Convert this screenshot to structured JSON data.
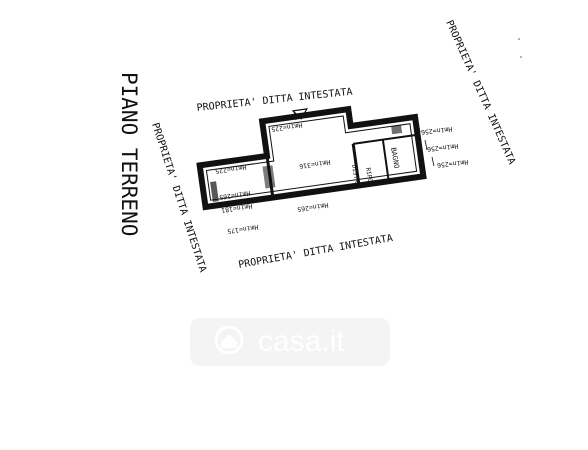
{
  "plan": {
    "floor_label": "PIANO TERRENO",
    "property_labels": {
      "top": "PROPRIETA' DITTA INTESTATA",
      "left": "PROPRIETA' DITTA INTESTATA",
      "bottom": "PROPRIETA' DITTA INTESTATA",
      "right": "PROPRIETA' DITTA INTESTATA"
    },
    "rooms": {
      "bathroom": "BAGNO",
      "closet": "RIPO",
      "storage": "DISTR"
    },
    "heights": {
      "top_room": "Hmin=225",
      "center": "Hmin=316",
      "center_low": "Hmin=265",
      "left_a": "Hmin=225",
      "left_b": "Hmin=265",
      "left_c": "Hmin=181",
      "left_d": "Hmin=175",
      "right_a": "Hmin=256",
      "right_b": "Hmin=256",
      "right_c": "Hmin=256"
    }
  },
  "watermark": {
    "text": "casa.it"
  }
}
